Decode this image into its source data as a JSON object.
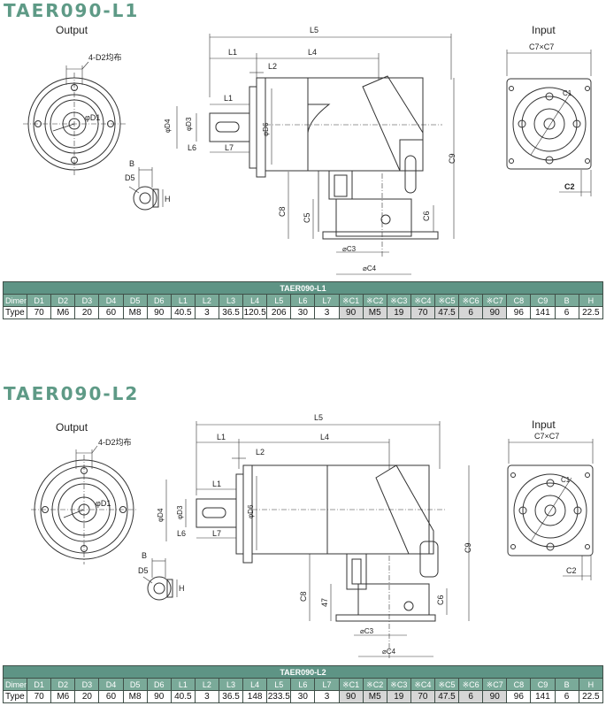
{
  "models": [
    {
      "title": "TAER090-L1",
      "drawing": {
        "output_label": "Output",
        "input_label": "Input",
        "labels": {
          "hole_pattern": "4-D2均布",
          "d1": "φD1",
          "b": "B",
          "d5": "D5",
          "h": "H",
          "l5": "L5",
          "l1": "L1",
          "l4": "L4",
          "l2": "L2",
          "l1_inner": "L1",
          "l6": "L6",
          "l7": "L7",
          "d4": "φD4",
          "d3": "φD3",
          "d6": "φD6",
          "c9": "C9",
          "c8": "C8",
          "c5": "C5",
          "c6": "C6",
          "c3": "⌀C3",
          "c4": "⌀C4",
          "c7x": "C7×C7",
          "c1": "C1",
          "c2": "C2"
        }
      },
      "table": {
        "caption": "TAER090-L1",
        "headers": [
          "Dimension",
          "D1",
          "D2",
          "D3",
          "D4",
          "D5",
          "D6",
          "L1",
          "L2",
          "L3",
          "L4",
          "L5",
          "L6",
          "L7",
          "※C1",
          "※C2",
          "※C3",
          "※C4",
          "※C5",
          "※C6",
          "※C7",
          "C8",
          "C9",
          "B",
          "H"
        ],
        "row": [
          "Type I",
          "70",
          "M6",
          "20",
          "60",
          "M8",
          "90",
          "40.5",
          "3",
          "36.5",
          "120.5",
          "206",
          "30",
          "3",
          "90",
          "M5",
          "19",
          "70",
          "47.5",
          "6",
          "90",
          "96",
          "141",
          "6",
          "22.5"
        ]
      }
    },
    {
      "title": "TAER090-L2",
      "drawing": {
        "output_label": "Output",
        "input_label": "Input",
        "labels": {
          "hole_pattern": "4-D2均布",
          "d1": "φD1",
          "b": "B",
          "d5": "D5",
          "h": "H",
          "l5": "L5",
          "l1": "L1",
          "l4": "L4",
          "l2": "L2",
          "l1_inner": "L1",
          "l6": "L6",
          "l7": "L7",
          "d4": "φD4",
          "d3": "φD3",
          "d6": "φD6",
          "c9": "C9",
          "c8": "C8",
          "c5": "47",
          "c6": "C6",
          "c3": "⌀C3",
          "c4": "⌀C4",
          "c7x": "C7×C7",
          "c1": "C1",
          "c2": "C2"
        }
      },
      "table": {
        "caption": "TAER090-L2",
        "headers": [
          "Dimension",
          "D1",
          "D2",
          "D3",
          "D4",
          "D5",
          "D6",
          "L1",
          "L2",
          "L3",
          "L4",
          "L5",
          "L6",
          "L7",
          "※C1",
          "※C2",
          "※C3",
          "※C4",
          "※C5",
          "※C6",
          "※C7",
          "C8",
          "C9",
          "B",
          "H"
        ],
        "row": [
          "Type I",
          "70",
          "M6",
          "20",
          "60",
          "M8",
          "90",
          "40.5",
          "3",
          "36.5",
          "148",
          "233.5",
          "30",
          "3",
          "90",
          "M5",
          "19",
          "70",
          "47.5",
          "6",
          "90",
          "96",
          "141",
          "6",
          "22.5"
        ]
      }
    }
  ],
  "colors": {
    "title": "#5e9a86",
    "caption_bg": "#5e9485",
    "header_bg": "#7aaa99",
    "shaded_cell": "#d6d6d6"
  }
}
